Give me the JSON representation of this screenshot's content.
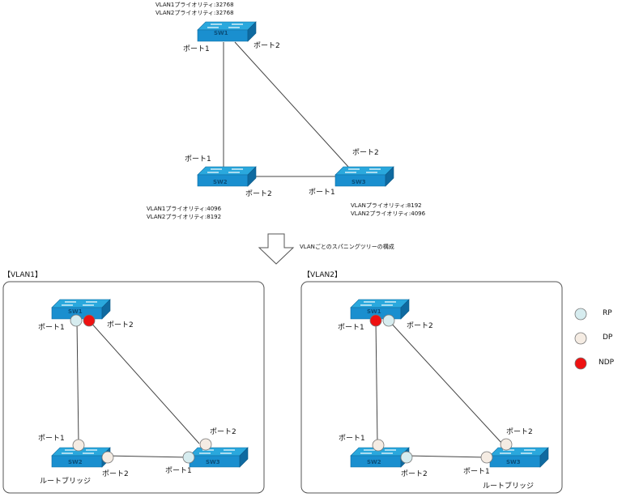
{
  "top": {
    "sw1": {
      "name": "SW1",
      "prio1": "VLAN1プライオリティ:32768",
      "prio2": "VLAN2プライオリティ:32768",
      "port1": "ポート1",
      "port2": "ポート2"
    },
    "sw2": {
      "name": "SW2",
      "prio1": "VLAN1プライオリティ:4096",
      "prio2": "VLAN2プライオリティ:8192",
      "port1": "ポート1",
      "port2": "ポート2"
    },
    "sw3": {
      "name": "SW3",
      "prio1": "VLANプライオリティ:8192",
      "prio2": "VLAN2プライオリティ:4096",
      "port1": "ポート1",
      "port2": "ポート2"
    }
  },
  "arrow_caption": "VLANごとのスパニングツリーの構成",
  "vlan1": {
    "title": "【VLAN1】",
    "sw1": "SW1",
    "sw2": "SW2",
    "sw3": "SW3",
    "sw1_port1": "ポート1",
    "sw1_port2": "ポート2",
    "sw2_port1": "ポート1",
    "sw2_port2": "ポート2",
    "sw3_port1": "ポート1",
    "sw3_port2": "ポート2",
    "root_label": "ルートブリッジ"
  },
  "vlan2": {
    "title": "【VLAN2】",
    "sw1": "SW1",
    "sw2": "SW2",
    "sw3": "SW3",
    "sw1_port1": "ポート1",
    "sw1_port2": "ポート2",
    "sw2_port1": "ポート1",
    "sw2_port2": "ポート2",
    "sw3_port1": "ポート1",
    "sw3_port2": "ポート2",
    "root_label": "ルートブリッジ"
  },
  "legend": [
    {
      "label": "RP",
      "color": "#d6ecef"
    },
    {
      "label": "DP",
      "color": "#f5ece3"
    },
    {
      "label": "NDP",
      "color": "#ee1111"
    }
  ],
  "colors": {
    "switch_top": "#2aa8dd",
    "switch_side": "#1278b0",
    "rp": "#d6ecef",
    "dp": "#f5ece3",
    "ndp": "#ee1111"
  }
}
